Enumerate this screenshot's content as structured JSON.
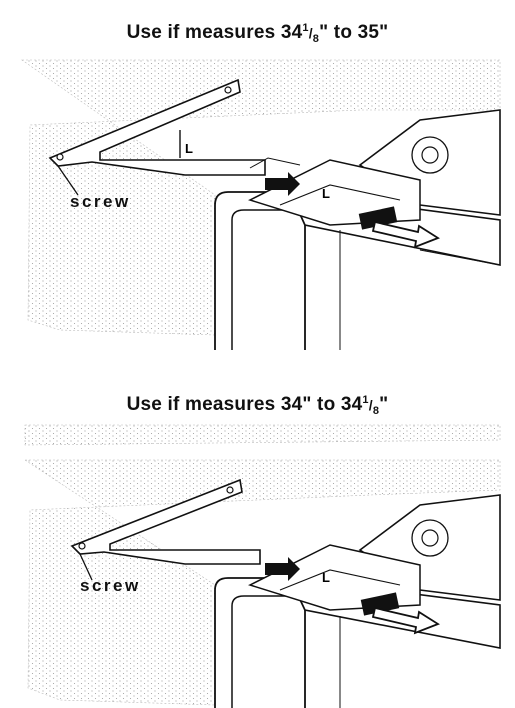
{
  "panels": [
    {
      "heading": {
        "prefix": "Use if measures 34",
        "num": "1",
        "slash": "/",
        "den": "8",
        "suffix": "\" to 35\""
      },
      "screw_label": "screw",
      "bracket_letter": "L",
      "tray_letter": "L"
    },
    {
      "heading": {
        "prefix": "Use if measures 34\" to 34",
        "num": "1",
        "slash": "/",
        "den": "8",
        "suffix": "\""
      },
      "screw_label": "screw",
      "bracket_letter": "",
      "tray_letter": "L"
    }
  ]
}
